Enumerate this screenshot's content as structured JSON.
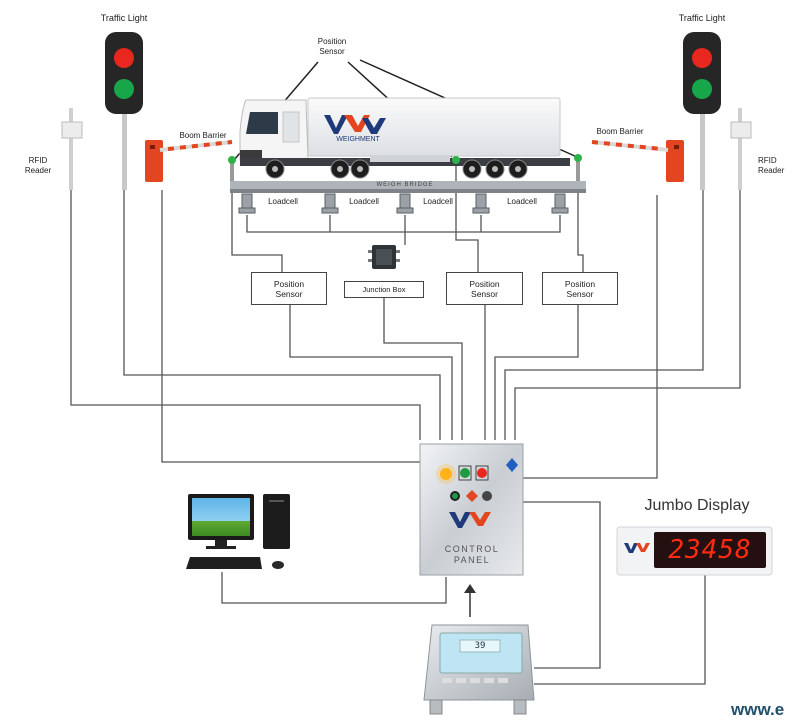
{
  "labels": {
    "traffic_light_left": "Traffic Light",
    "traffic_light_right": "Traffic Light",
    "position_sensor_top": "Position\nSensor",
    "boom_barrier_left": "Boom Barrier",
    "boom_barrier_right": "Boom Barrier",
    "rfid_left": "RFID\nReader",
    "rfid_right": "RFID\nReader",
    "weigh_bridge": "WEIGH BRIDGE",
    "truck_brand": "WEIGHMENT",
    "loadcells": [
      "Loadcell",
      "Loadcell",
      "Loadcell",
      "Loadcell"
    ],
    "position_sensor_boxes": [
      "Position\nSensor",
      "Position\nSensor",
      "Position\nSensor"
    ],
    "junction_box": "Junction Box",
    "control_panel": "CONTROL\nPANEL",
    "jumbo_display_title": "Jumbo Display",
    "jumbo_value": "23458",
    "indicator_value": "39",
    "website": "www.e"
  },
  "colors": {
    "wire": "#555555",
    "sensor_dot": "#2db34a",
    "traffic_red": "#e8281e",
    "traffic_green": "#17a64a",
    "barrier_orange": "#e2451f",
    "led_red": "#ff2a12",
    "brand_blue": "#1e3a7a"
  },
  "icons": [
    "traffic-light-icon",
    "rfid-reader-icon",
    "boom-barrier-icon",
    "truck-icon",
    "computer-icon",
    "control-panel-icon",
    "jumbo-display-icon",
    "weight-indicator-icon"
  ]
}
